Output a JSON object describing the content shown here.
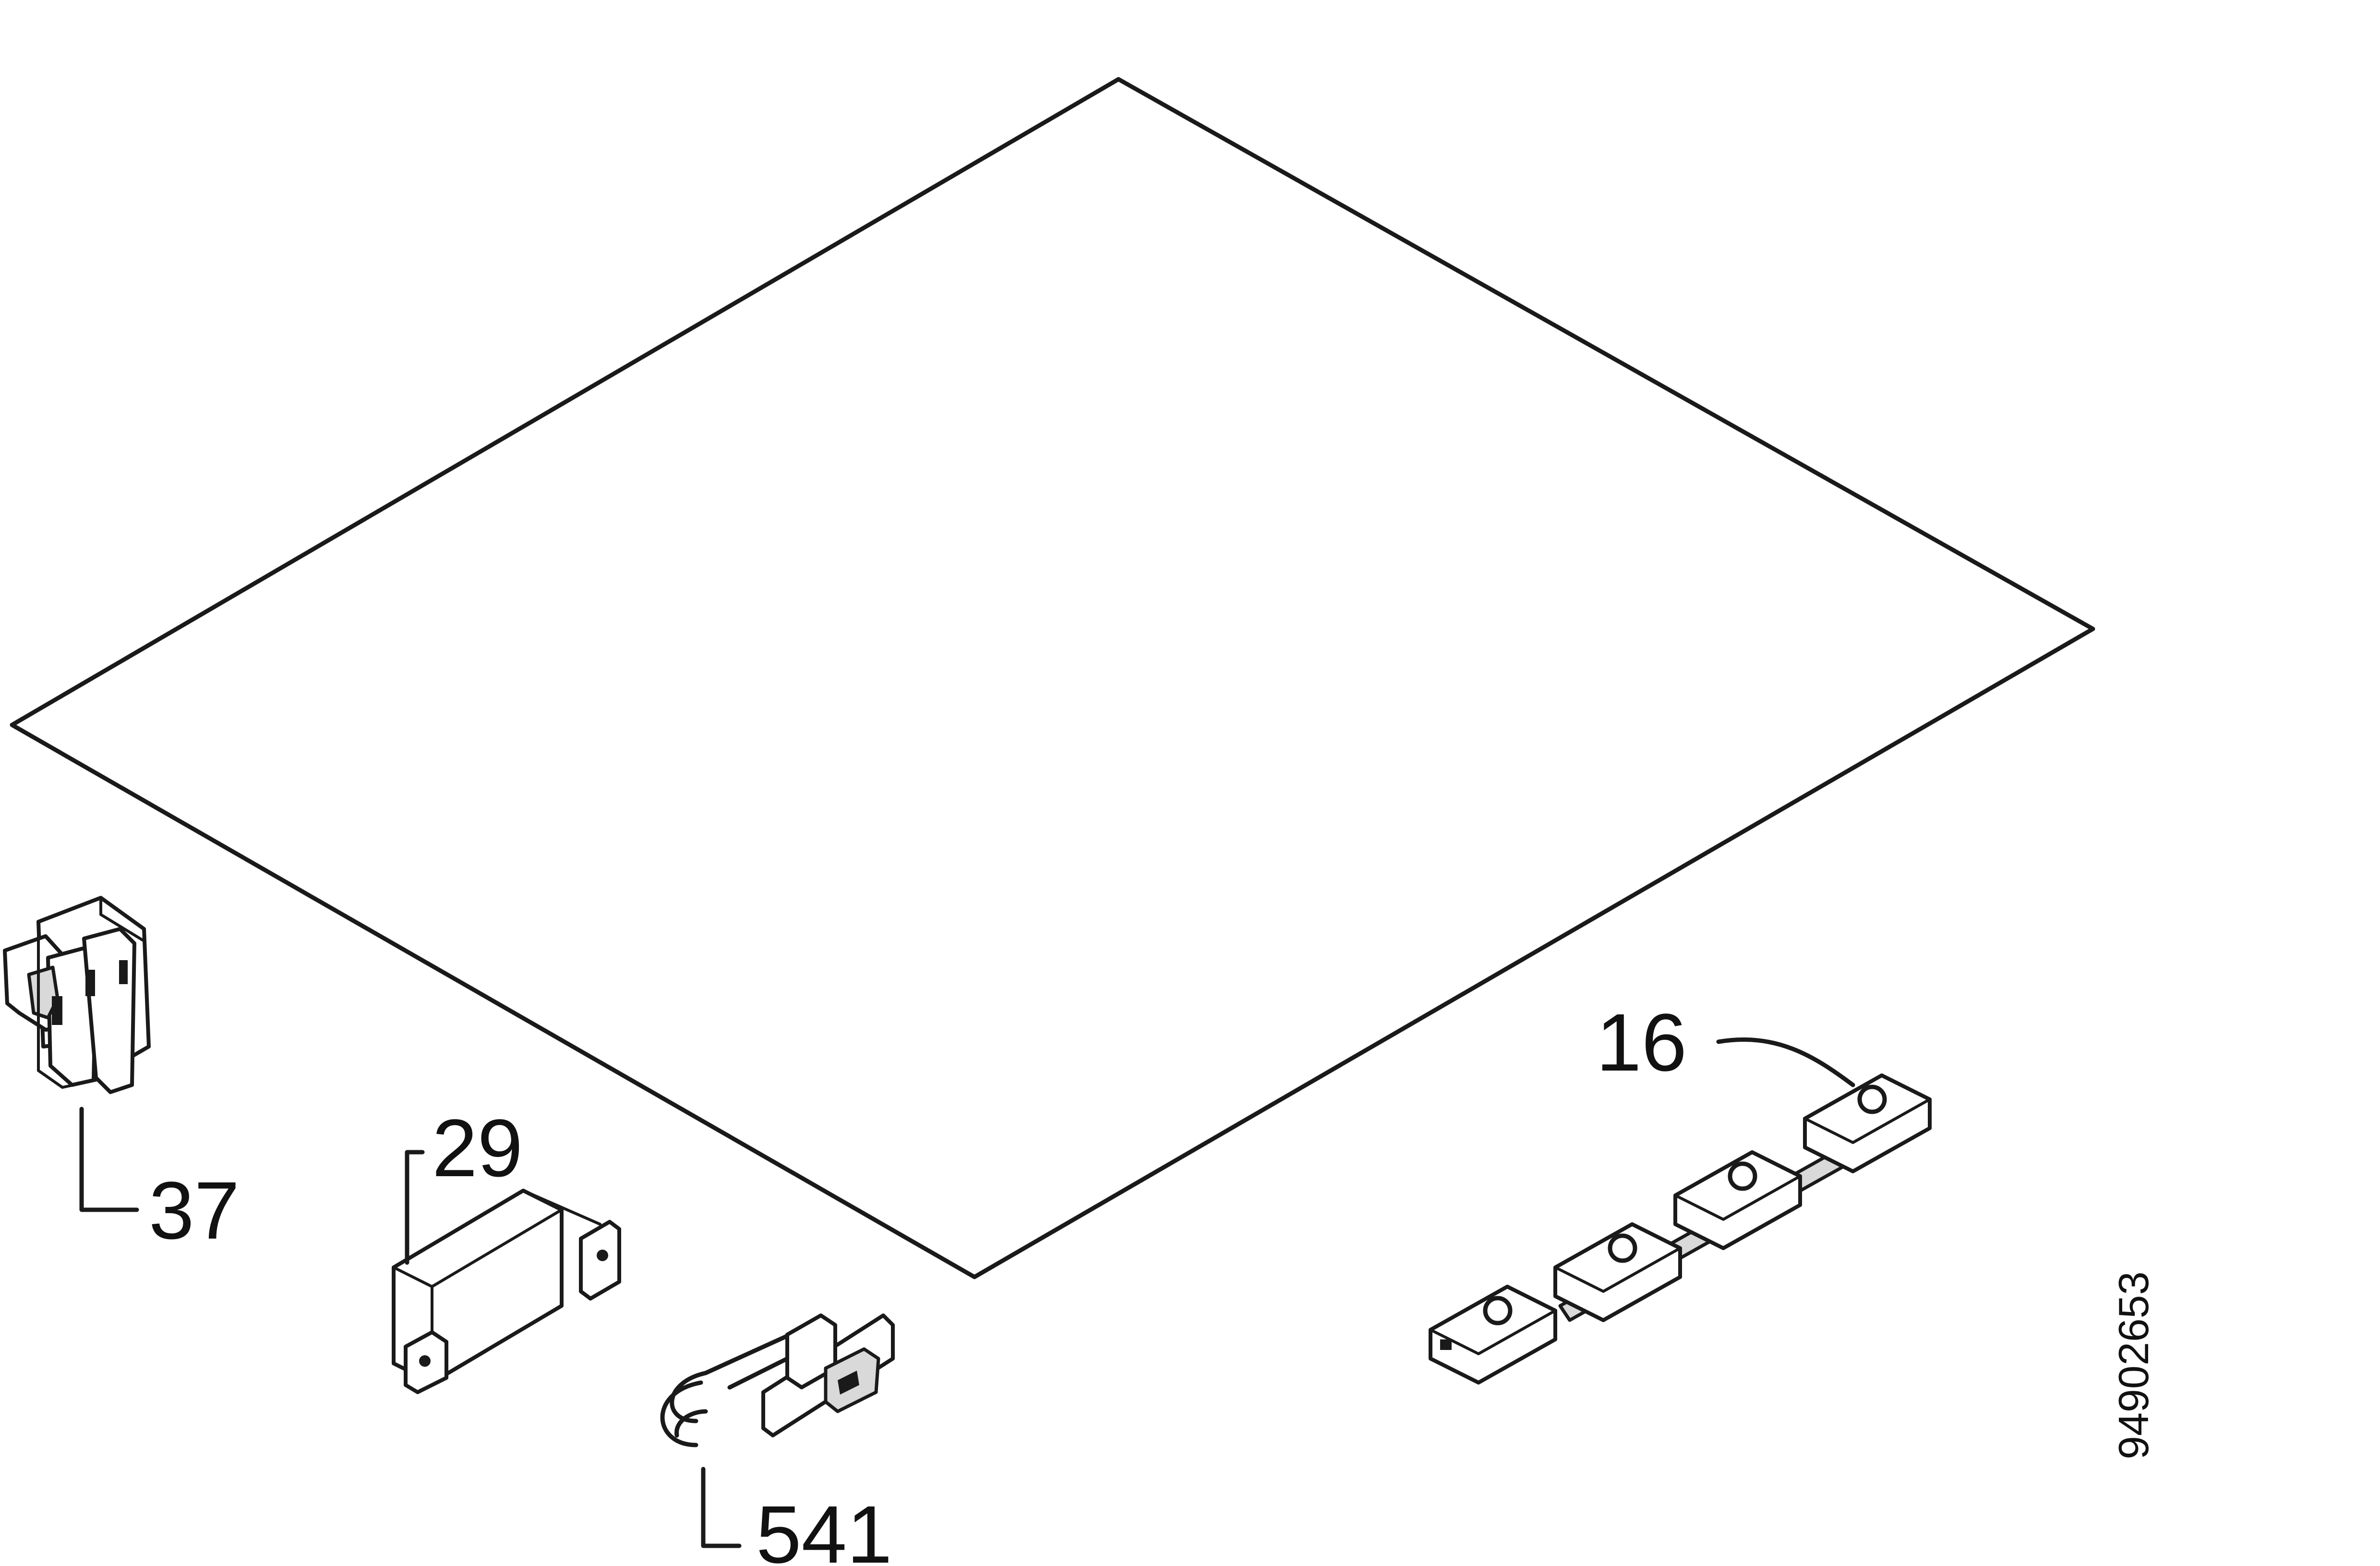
{
  "figure": {
    "document_code": "94902653",
    "parts": [
      {
        "id": "glass-panel",
        "label": ""
      },
      {
        "id": "bracket",
        "label": "37"
      },
      {
        "id": "magnet-block",
        "label": "29"
      },
      {
        "id": "latch-clip",
        "label": "541"
      },
      {
        "id": "sensor-strip",
        "label": "16"
      }
    ]
  }
}
